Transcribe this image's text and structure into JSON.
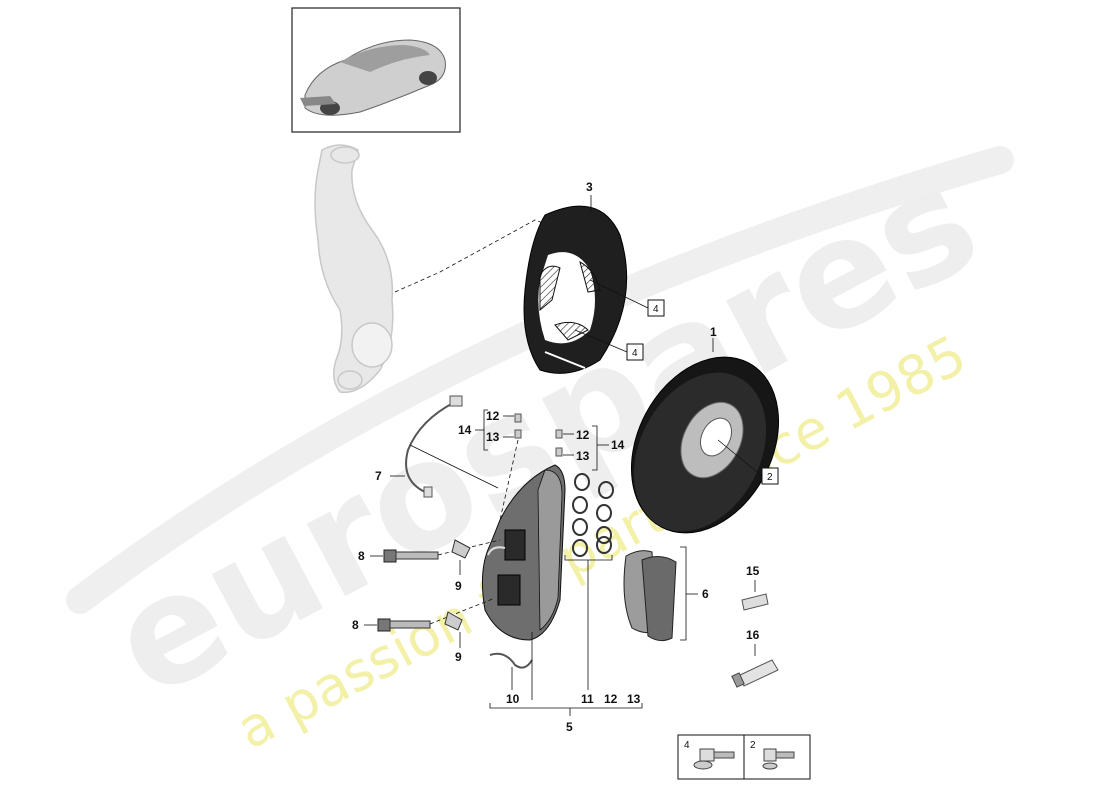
{
  "watermark": {
    "brand": "eurospares",
    "tagline": "a passion for parts since 1985"
  },
  "callouts": {
    "n1": "1",
    "n2": "2",
    "n3": "3",
    "n4a": "4",
    "n4b": "4",
    "n5": "5",
    "n6": "6",
    "n7": "7",
    "n8a": "8",
    "n8b": "8",
    "n9a": "9",
    "n9b": "9",
    "n10": "10",
    "n11": "11",
    "n12a": "12",
    "n12b": "12",
    "n12c": "12",
    "n13a": "13",
    "n13b": "13",
    "n13c": "13",
    "n14a": "14",
    "n14b": "14",
    "n15": "15",
    "n16": "16"
  },
  "legend": {
    "item_a": "4",
    "item_b": "2"
  }
}
